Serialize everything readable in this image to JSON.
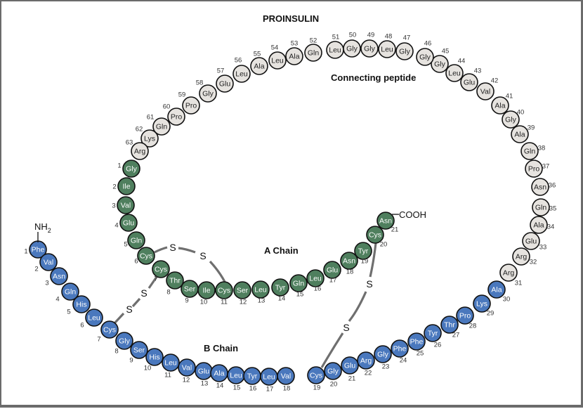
{
  "title": "PROINSULIN",
  "labels": {
    "connecting_peptide": "Connecting peptide",
    "a_chain": "A Chain",
    "b_chain": "B Chain",
    "n_terminus": "NH",
    "n_terminus_sub": "2",
    "c_terminus": "COOH",
    "sulfur": "S"
  },
  "colors": {
    "connecting_peptide": "#e6e3df",
    "a_chain": "#4f7f5e",
    "b_chain": "#4a78bd"
  },
  "b_chain": [
    {
      "n": 1,
      "aa": "Phe"
    },
    {
      "n": 2,
      "aa": "Val"
    },
    {
      "n": 3,
      "aa": "Asn"
    },
    {
      "n": 4,
      "aa": "Gln"
    },
    {
      "n": 5,
      "aa": "His"
    },
    {
      "n": 6,
      "aa": "Leu"
    },
    {
      "n": 7,
      "aa": "Cys"
    },
    {
      "n": 8,
      "aa": "Gly"
    },
    {
      "n": 9,
      "aa": "Ser"
    },
    {
      "n": 10,
      "aa": "His"
    },
    {
      "n": 11,
      "aa": "Leu"
    },
    {
      "n": 12,
      "aa": "Val"
    },
    {
      "n": 13,
      "aa": "Glu"
    },
    {
      "n": 14,
      "aa": "Ala"
    },
    {
      "n": 15,
      "aa": "Leu"
    },
    {
      "n": 16,
      "aa": "Tyr"
    },
    {
      "n": 17,
      "aa": "Leu"
    },
    {
      "n": 18,
      "aa": "Val"
    },
    {
      "n": 19,
      "aa": "Cys"
    },
    {
      "n": 20,
      "aa": "Gly"
    },
    {
      "n": 21,
      "aa": "Glu"
    },
    {
      "n": 22,
      "aa": "Arg"
    },
    {
      "n": 23,
      "aa": "Gly"
    },
    {
      "n": 24,
      "aa": "Phe"
    },
    {
      "n": 25,
      "aa": "Phe"
    },
    {
      "n": 26,
      "aa": "Tyr"
    },
    {
      "n": 27,
      "aa": "Thr"
    },
    {
      "n": 28,
      "aa": "Pro"
    },
    {
      "n": 29,
      "aa": "Lys"
    },
    {
      "n": 30,
      "aa": "Ala"
    }
  ],
  "connecting_peptide": [
    {
      "n": 31,
      "aa": "Arg"
    },
    {
      "n": 32,
      "aa": "Arg"
    },
    {
      "n": 33,
      "aa": "Glu"
    },
    {
      "n": 34,
      "aa": "Ala"
    },
    {
      "n": 35,
      "aa": "Gln"
    },
    {
      "n": 36,
      "aa": "Asn"
    },
    {
      "n": 37,
      "aa": "Pro"
    },
    {
      "n": 38,
      "aa": "Gln"
    },
    {
      "n": 39,
      "aa": "Ala"
    },
    {
      "n": 40,
      "aa": "Gly"
    },
    {
      "n": 41,
      "aa": "Ala"
    },
    {
      "n": 42,
      "aa": "Val"
    },
    {
      "n": 43,
      "aa": "Glu"
    },
    {
      "n": 44,
      "aa": "Leu"
    },
    {
      "n": 45,
      "aa": "Gly"
    },
    {
      "n": 46,
      "aa": "Gly"
    },
    {
      "n": 47,
      "aa": "Gly"
    },
    {
      "n": 48,
      "aa": "Leu"
    },
    {
      "n": 49,
      "aa": "Gly"
    },
    {
      "n": 50,
      "aa": "Gly"
    },
    {
      "n": 51,
      "aa": "Leu"
    },
    {
      "n": 52,
      "aa": "Gln"
    },
    {
      "n": 53,
      "aa": "Ala"
    },
    {
      "n": 54,
      "aa": "Leu"
    },
    {
      "n": 55,
      "aa": "Ala"
    },
    {
      "n": 56,
      "aa": "Leu"
    },
    {
      "n": 57,
      "aa": "Glu"
    },
    {
      "n": 58,
      "aa": "Gly"
    },
    {
      "n": 59,
      "aa": "Pro"
    },
    {
      "n": 60,
      "aa": "Pro"
    },
    {
      "n": 61,
      "aa": "Gln"
    },
    {
      "n": 62,
      "aa": "Lys"
    },
    {
      "n": 63,
      "aa": "Arg"
    }
  ],
  "a_chain": [
    {
      "n": 1,
      "aa": "Gly"
    },
    {
      "n": 2,
      "aa": "Ile"
    },
    {
      "n": 3,
      "aa": "Val"
    },
    {
      "n": 4,
      "aa": "Glu"
    },
    {
      "n": 5,
      "aa": "Gln"
    },
    {
      "n": 6,
      "aa": "Cys"
    },
    {
      "n": 7,
      "aa": "Cys"
    },
    {
      "n": 8,
      "aa": "Thr"
    },
    {
      "n": 9,
      "aa": "Ser"
    },
    {
      "n": 10,
      "aa": "Ile"
    },
    {
      "n": 11,
      "aa": "Cys"
    },
    {
      "n": 12,
      "aa": "Ser"
    },
    {
      "n": 13,
      "aa": "Leu"
    },
    {
      "n": 14,
      "aa": "Tyr"
    },
    {
      "n": 15,
      "aa": "Gln"
    },
    {
      "n": 16,
      "aa": "Leu"
    },
    {
      "n": 17,
      "aa": "Glu"
    },
    {
      "n": 18,
      "aa": "Asn"
    },
    {
      "n": 19,
      "aa": "Tyr"
    },
    {
      "n": 20,
      "aa": "Cys"
    },
    {
      "n": 21,
      "aa": "Asn"
    }
  ],
  "disulfide_bonds": [
    {
      "from": "A6",
      "to": "A11"
    },
    {
      "from": "A7",
      "to": "B7"
    },
    {
      "from": "A20",
      "to": "B19"
    }
  ]
}
